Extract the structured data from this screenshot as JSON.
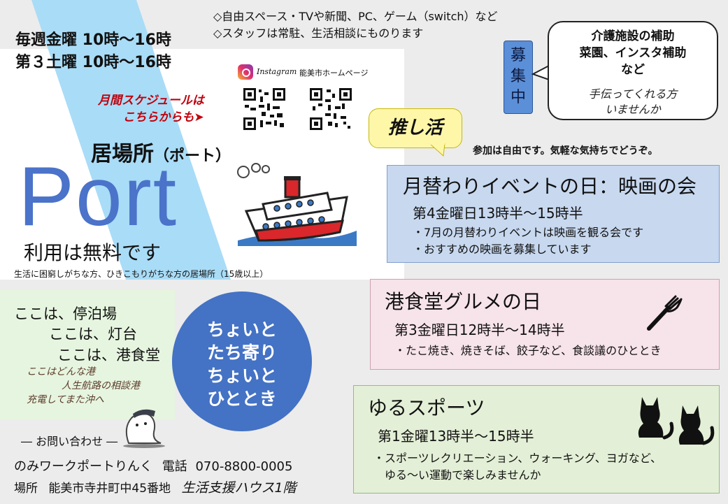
{
  "header": {
    "hours_line1": "毎週金曜 10時〜16時",
    "hours_line2": "第３土曜 10時〜16時",
    "facility_line1": "◇自由スペース・TVや新聞、PC、ゲーム（switch）など",
    "facility_line2": "◇スタッフは常駐、生活相談にものります"
  },
  "qr": {
    "instagram_label": "Instagram",
    "homepage_label": "能美市ホームページ",
    "schedule_line1": "月間スケジュールは",
    "schedule_line2": "こちらからも➤"
  },
  "brand": {
    "ibasho": "居場所",
    "ibasho_reading": "（ポート）",
    "port": "Port",
    "free": "利用は無料です",
    "description": "生活に困窮しがちな方、ひきこもりがちな方の居場所（15歳以上）"
  },
  "kokoha": {
    "line1": "ここは、停泊場",
    "line2": "ここは、灯台",
    "line3": "ここは、港食堂",
    "note1": "ここはどんな港",
    "note2": "人生航路の相談港",
    "note3": "充電してまた沖へ"
  },
  "circle": {
    "line1": "ちょいと",
    "line2": "たち寄り",
    "line3": "ちょいと",
    "line4": "ひととき"
  },
  "contact": {
    "title": "― お問い合わせ ―",
    "org": "のみワークポートりんく",
    "tel_label": "電話",
    "tel": "070-8800-0005",
    "place_label": "場所",
    "address": "能美市寺井町中45番地",
    "building": "生活支援ハウス1階"
  },
  "recruit": {
    "badge": [
      "募",
      "集",
      "中"
    ],
    "bold1": "介護施設の補助",
    "bold2": "菜園、インスタ補助",
    "bold3": "など",
    "it1": "手伝ってくれる方",
    "it2": "いませんか"
  },
  "oshikatsu": {
    "label": "推し活",
    "join_note": "参加は自由です。気軽な気持ちでどうぞ。"
  },
  "events": [
    {
      "title": "月替わりイベントの日：映画の会",
      "time": "第4金曜日13時半〜15時半",
      "bullets": [
        "・7月の月替わりイベントは映画を観る会です",
        "・おすすめの映画を募集しています"
      ]
    },
    {
      "title": "港食堂グルメの日",
      "time": "第3金曜日12時半〜14時半",
      "bullets": [
        "・たこ焼き、焼きそば、餃子など、食談議のひととき"
      ]
    },
    {
      "title": "ゆるスポーツ",
      "time": "第1金曜13時半〜15時半",
      "bullets": [
        "・スポーツレクリエーション、ウォーキング、ヨガなど、",
        "　ゆる〜い運動で楽しみませんか"
      ]
    }
  ],
  "colors": {
    "stripe": "#a9dcf7",
    "port_blue": "#4a73c9",
    "circle_blue": "#4472c4",
    "schedule_red": "#c0000b",
    "box_blue": "#c7d8ef",
    "box_pink": "#f7e3ea",
    "box_green": "#e3efd6"
  },
  "icons": [
    "instagram-icon",
    "qr-code-icon",
    "ship-icon",
    "fork-icon",
    "cat-icon",
    "mascot-icon"
  ]
}
